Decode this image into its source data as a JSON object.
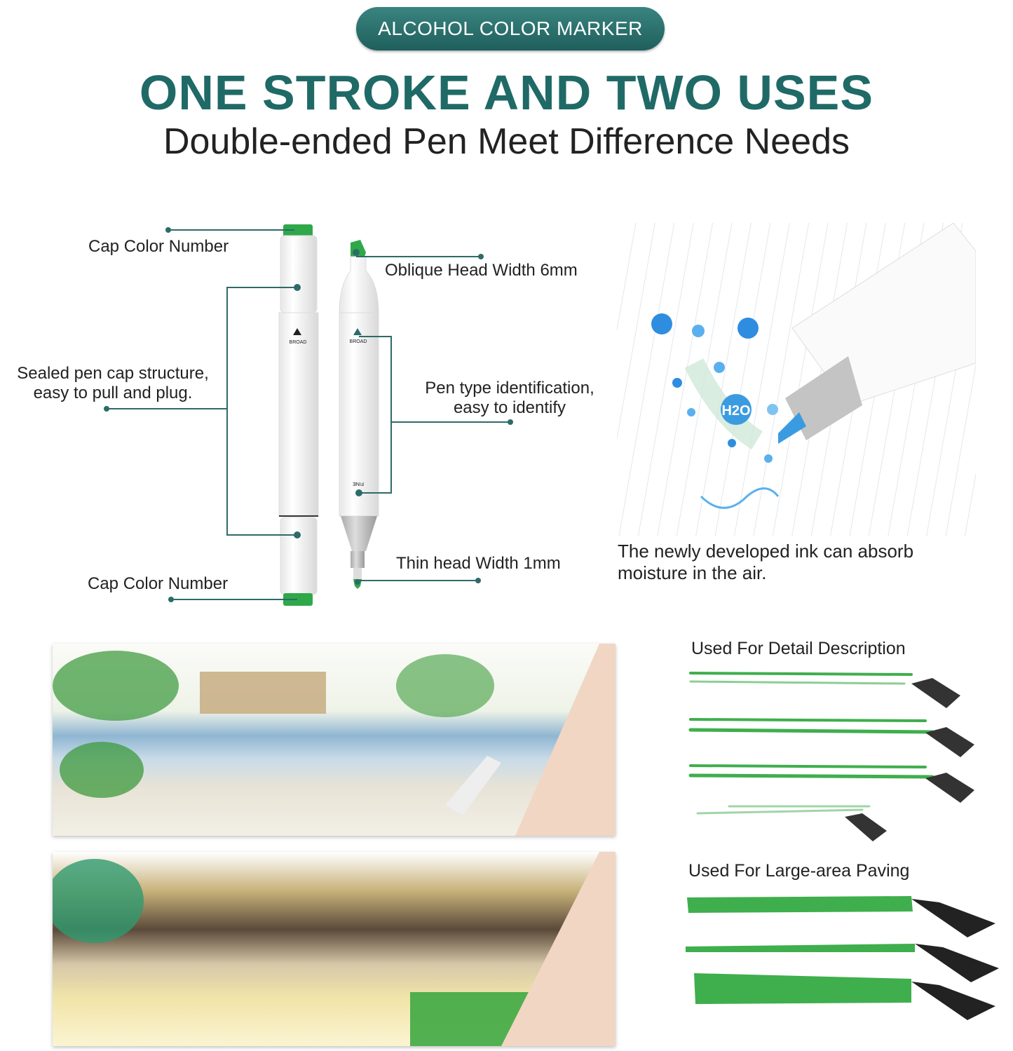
{
  "badge": "ALCOHOL COLOR MARKER",
  "title": "ONE STROKE AND TWO USES",
  "subtitle": "Double-ended Pen Meet Difference Needs",
  "diagram": {
    "cap_top": "Cap Color Number",
    "sealed_cap_line1": "Sealed pen cap structure,",
    "sealed_cap_line2": "easy to pull and plug.",
    "cap_bottom": "Cap Color Number",
    "oblique_head": "Oblique Head Width 6mm",
    "pen_type_line1": "Pen type identification,",
    "pen_type_line2": "easy to identify",
    "thin_head": "Thin head Width 1mm",
    "pen_marks": {
      "broad": "BROAD",
      "fine": "FINE"
    }
  },
  "ink_photo": {
    "molecule": "H2O",
    "caption_line1": "The newly developed ink can absorb",
    "caption_line2": "moisture in the air."
  },
  "usage": {
    "detail_label": "Used For Detail Description",
    "paving_label": "Used For Large-area Paving"
  },
  "colors": {
    "teal": "#1f6a66",
    "marker_green": "#2fa84a",
    "ink_blue": "#3b9be0"
  }
}
